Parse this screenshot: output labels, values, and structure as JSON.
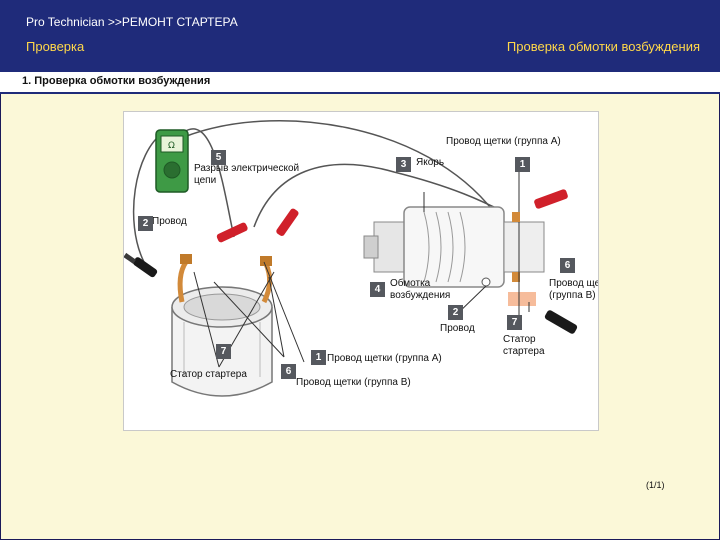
{
  "header": {
    "breadcrumb": "Pro Technician >>РЕМОНТ СТАРТЕРА",
    "section_left": "Проверка",
    "section_right": "Проверка обмотки возбуждения"
  },
  "content": {
    "subtitle": "1. Проверка обмотки возбуждения",
    "page_indicator": "(1/1)"
  },
  "figure": {
    "labels": {
      "brush_wire_a_top": "Провод щетки (группа А)",
      "open_circuit_line1": "Разрыв электрической",
      "open_circuit_line2": "цепи",
      "armature": "Якорь",
      "wire_left": "Провод",
      "field_coil_line1": "Обмотка",
      "field_coil_line2": "возбуждения",
      "brush_wire_b_right_line1": "Провод щетки",
      "brush_wire_b_right_line2": "(группа В)",
      "wire_middle": "Провод",
      "stator_right_line1": "Статор",
      "stator_right_line2": "стартера",
      "brush_wire_a_bottom": "Провод щетки (группа А)",
      "stator_left": "Статор стартера",
      "brush_wire_b_bottom": "Провод щетки (группа В)"
    },
    "callouts": {
      "n1a": "1",
      "n1b": "1",
      "n2a": "2",
      "n2b": "2",
      "n3": "3",
      "n4": "4",
      "n5": "5",
      "n6a": "6",
      "n6b": "6",
      "n7a": "7",
      "n7b": "7"
    }
  },
  "colors": {
    "header_bg": "#1f2b7a",
    "header_text": "#ffffff",
    "section_text": "#ffd84a",
    "page_bg": "#fbf8d8",
    "probe_red": "#d0202a",
    "meter_green": "#3e9a45",
    "wire_orange": "#d28a3a"
  },
  "icons": [
    "ohmmeter-icon",
    "starter-motor-icon",
    "stator-icon",
    "probe-icon"
  ]
}
